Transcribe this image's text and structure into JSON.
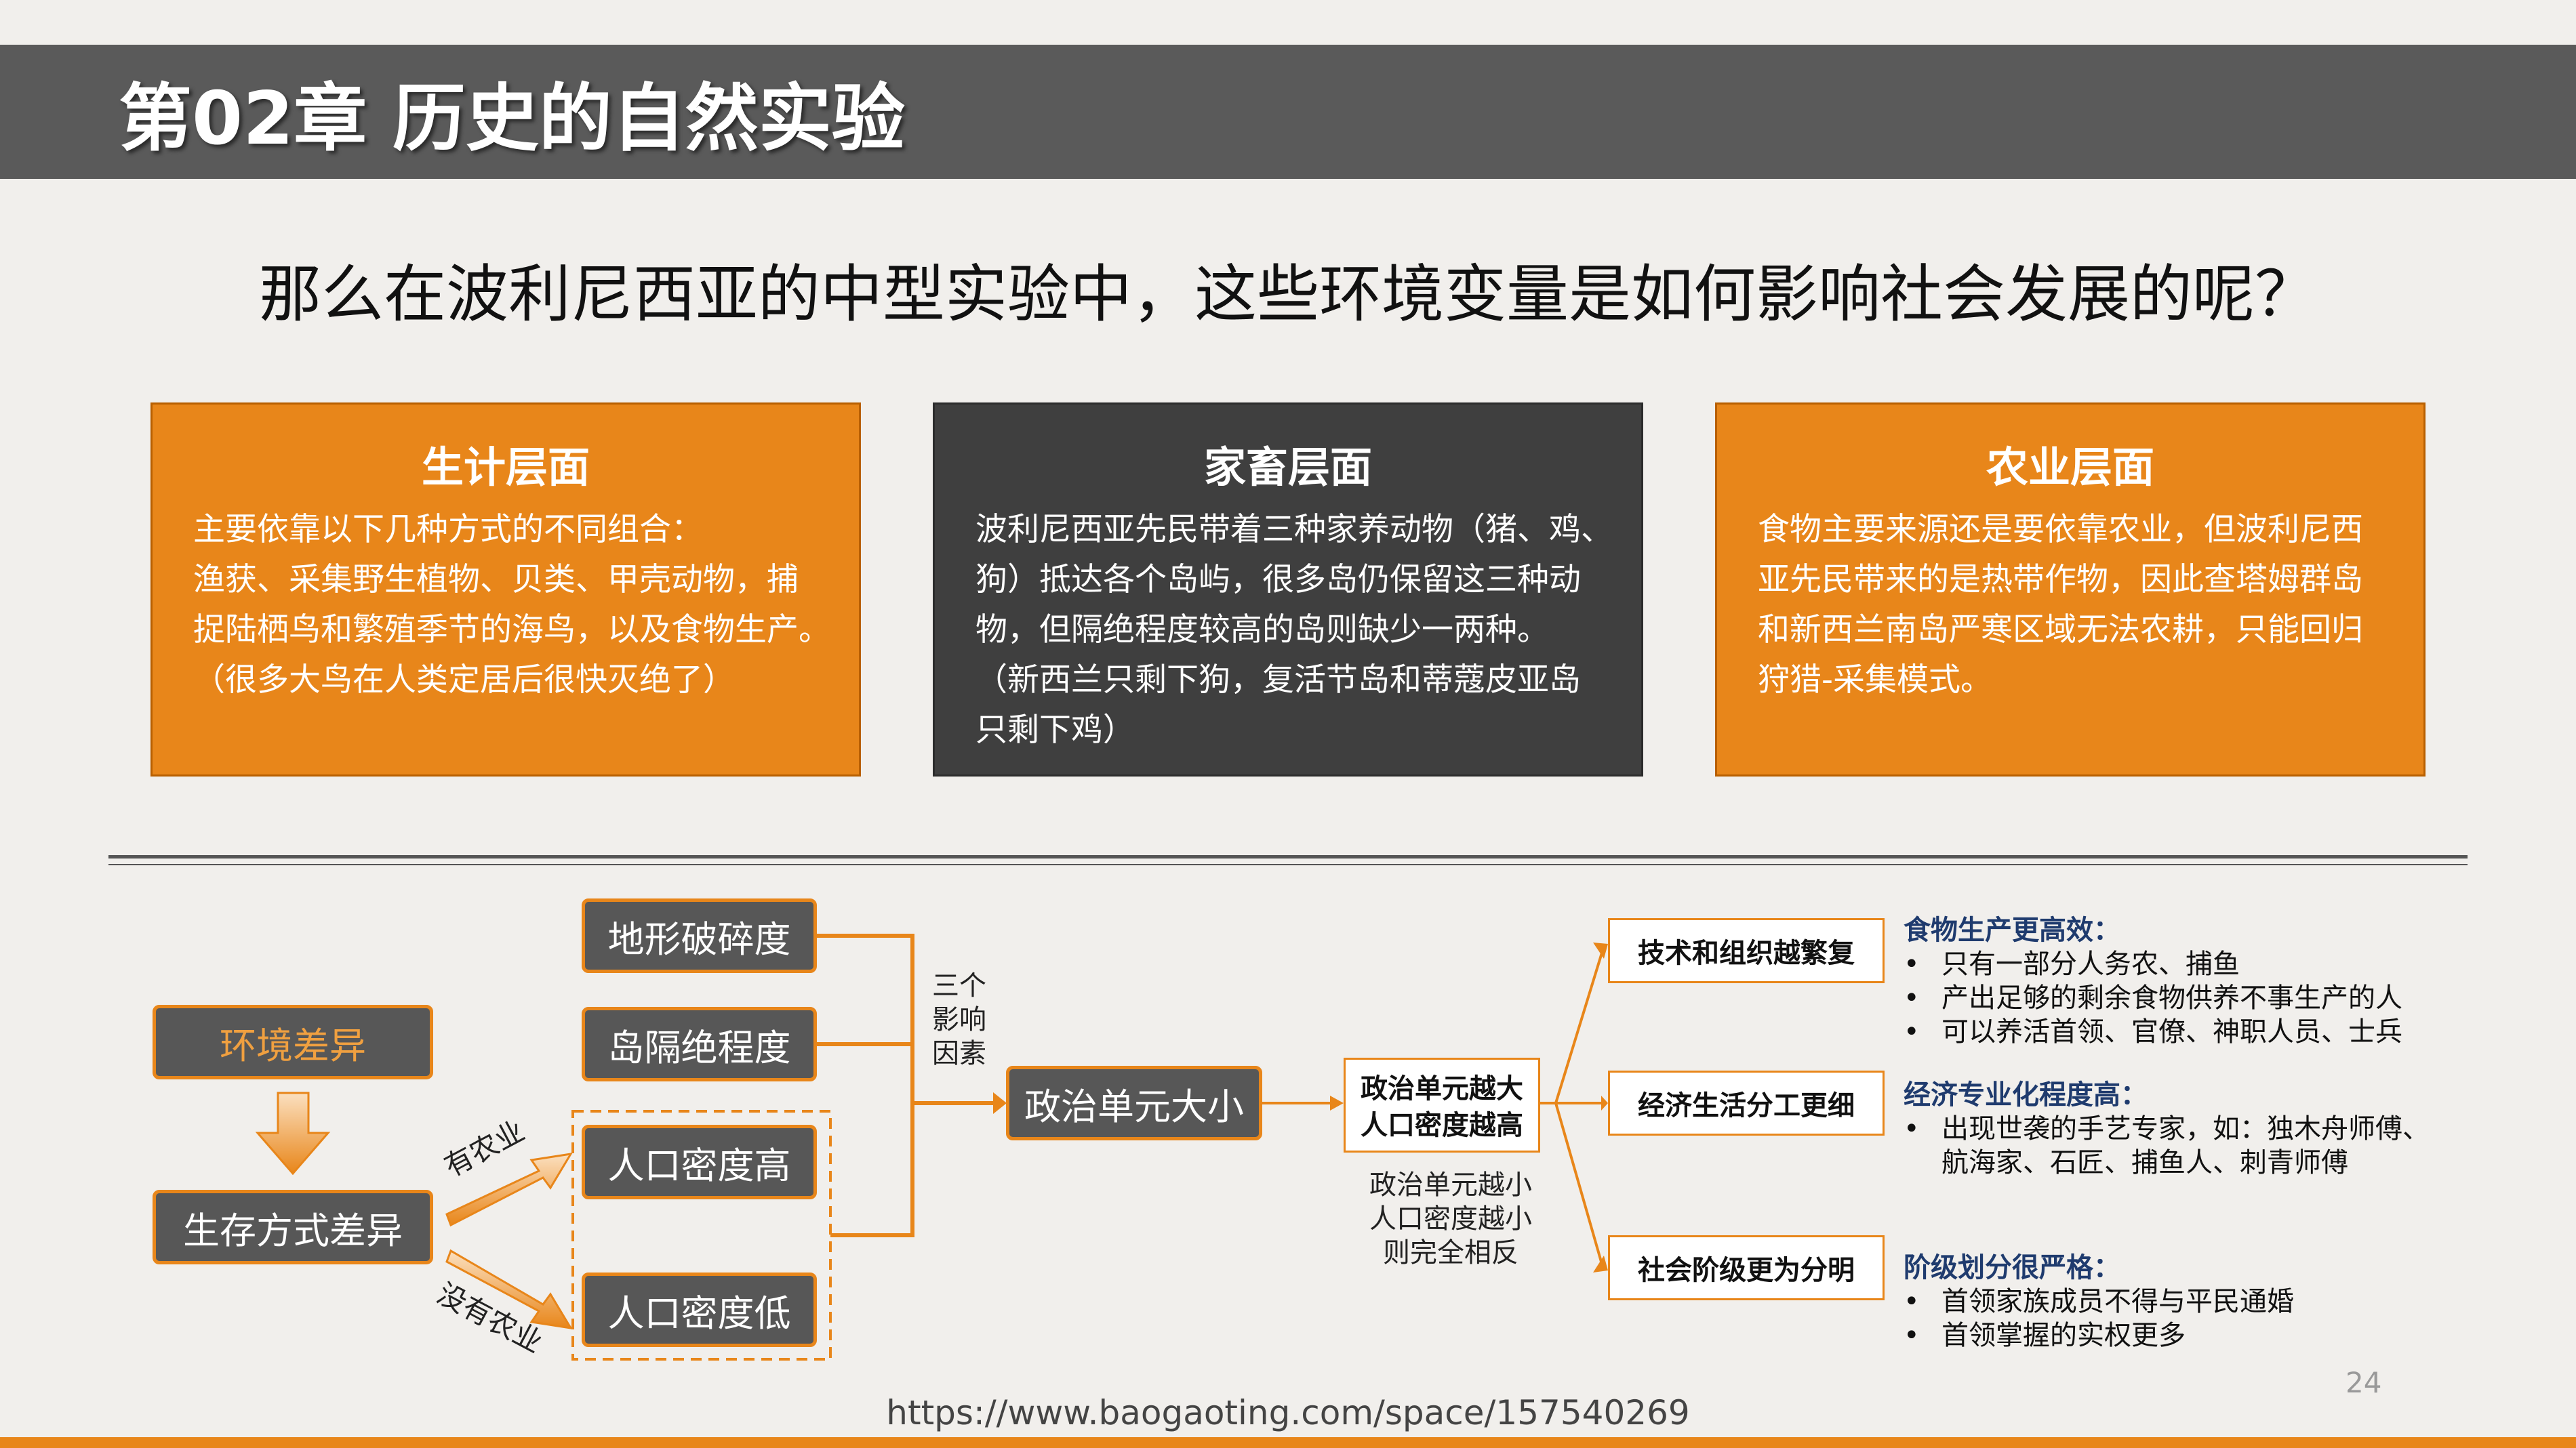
{
  "header": {
    "title": "第02章  历史的自然实验"
  },
  "question": "那么在波利尼西亚的中型实验中，这些环境变量是如何影响社会发展的呢？",
  "cards": [
    {
      "title": "生计层面",
      "body": "主要依靠以下几种方式的不同组合：\n渔获、采集野生植物、贝类、甲壳动物，捕\n捉陆栖鸟和繁殖季节的海鸟，以及食物生产。\n（很多大鸟在人类定居后很快灭绝了）"
    },
    {
      "title": "家畜层面",
      "body": "波利尼西亚先民带着三种家养动物（猪、鸡、\n狗）抵达各个岛屿，很多岛仍保留这三种动\n物，但隔绝程度较高的岛则缺少一两种。\n（新西兰只剩下狗，复活节岛和蒂蔻皮亚岛\n只剩下鸡）"
    },
    {
      "title": "农业层面",
      "body": "食物主要来源还是要依靠农业，但波利尼西\n亚先民带来的是热带作物，因此查塔姆群岛\n和新西兰南岛严寒区域无法农耕，只能回归\n狩猎-采集模式。"
    }
  ],
  "flow": {
    "env": "环境差异",
    "subsist": "生存方式差异",
    "has_agri": "有农业",
    "no_agri": "没有农业",
    "factors": [
      "地形破碎度",
      "岛隔绝程度",
      "人口密度高",
      "人口密度低"
    ],
    "three_factors": "三个\n影响\n因素",
    "political": "政治单元大小",
    "big": "政治单元越大\n人口密度越高",
    "small": "政治单元越小\n人口密度越小\n则完全相反",
    "outcomes": [
      "技术和组织越繁复",
      "经济生活分工更细",
      "社会阶级更为分明"
    ]
  },
  "effects": [
    {
      "title": "食物生产更高效：",
      "items": [
        "只有一部分人务农、捕鱼",
        "产出足够的剩余食物供养不事生产的人",
        "可以养活首领、官僚、神职人员、士兵"
      ]
    },
    {
      "title": "经济专业化程度高：",
      "items": [
        "出现世袭的手艺专家，如：独木舟师傅、\n航海家、石匠、捕鱼人、刺青师傅"
      ]
    },
    {
      "title": "阶级划分很严格：",
      "items": [
        "首领家族成员不得与平民通婚",
        "首领掌握的实权更多"
      ]
    }
  ],
  "page_number": "24",
  "url": "https://www.baogaoting.com/space/157540269",
  "colors": {
    "accent": "#e8861a",
    "dark": "#3f3f3f",
    "header": "#5a5a5a",
    "effect_title": "#1f3b6e"
  }
}
